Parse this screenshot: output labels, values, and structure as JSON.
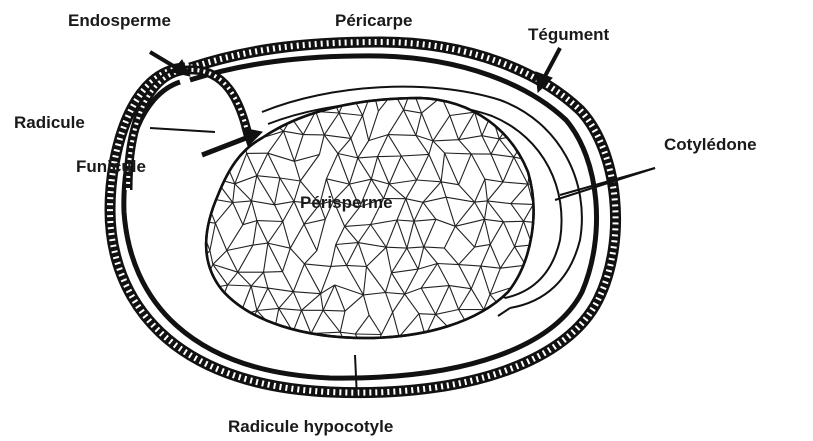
{
  "labels": {
    "endosperme": "Endosperme",
    "pericarpe": "Péricarpe",
    "tegument": "Tégument",
    "radicule": "Radicule",
    "cotyledone": "Cotylédone",
    "funicule": "Funicule",
    "perisperme": "Périsperme",
    "radicule_hypocotyle": "Radicule hypocotyle"
  },
  "colors": {
    "ink": "#111111",
    "background": "#ffffff"
  }
}
